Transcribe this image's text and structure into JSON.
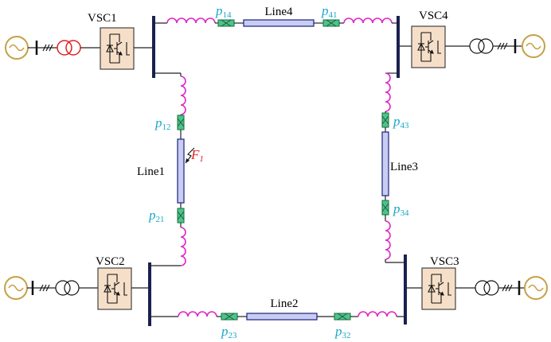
{
  "converters": [
    {
      "id": "vsc1",
      "label": "VSC1"
    },
    {
      "id": "vsc2",
      "label": "VSC2"
    },
    {
      "id": "vsc3",
      "label": "VSC3"
    },
    {
      "id": "vsc4",
      "label": "VSC4"
    }
  ],
  "lines": {
    "line1": "Line1",
    "line2": "Line2",
    "line3": "Line3",
    "line4": "Line4"
  },
  "protections": {
    "p14": {
      "main": "p",
      "sub": "14"
    },
    "p41": {
      "main": "p",
      "sub": "41"
    },
    "p12": {
      "main": "p",
      "sub": "12"
    },
    "p21": {
      "main": "p",
      "sub": "21"
    },
    "p43": {
      "main": "p",
      "sub": "43"
    },
    "p34": {
      "main": "p",
      "sub": "34"
    },
    "p23": {
      "main": "p",
      "sub": "23"
    },
    "p32": {
      "main": "p",
      "sub": "32"
    }
  },
  "fault": {
    "main": "F",
    "sub": "1"
  },
  "colors": {
    "protection_label": "#1aa7c8",
    "fault_label": "#e02020",
    "inductor": "#e028c8",
    "breaker": "#4cc38a",
    "line_body": "#c8cdf2",
    "converter_fill": "#f6dfc8",
    "ac_source": "#c6a046",
    "vsc1_transformer": "#e02020"
  }
}
